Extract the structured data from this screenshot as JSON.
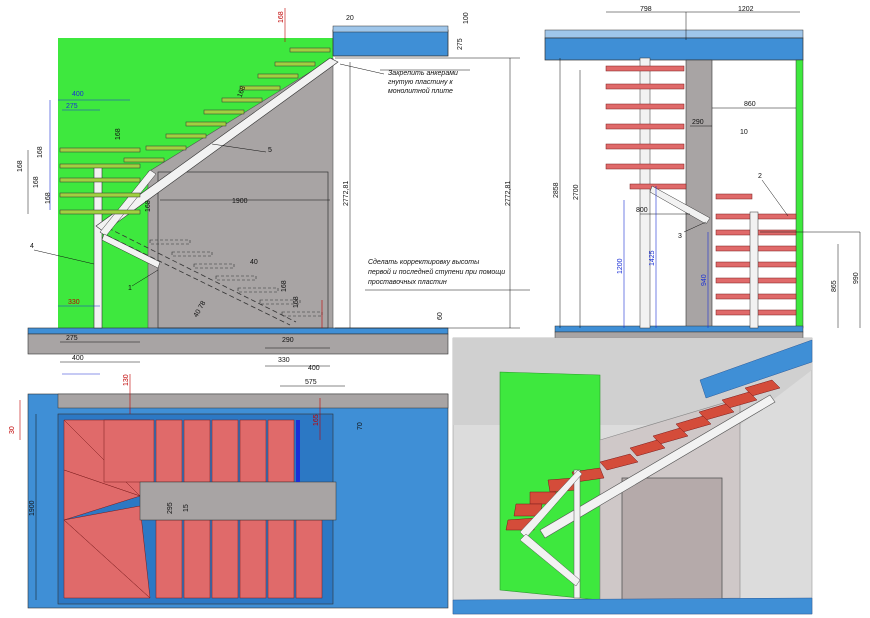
{
  "colors": {
    "wall_green": "#3ee83e",
    "slab_blue": "#3f8fd6",
    "concrete_gray": "#a8a4a4",
    "step_red": "#e06a6a",
    "step_dark_red": "#b83030",
    "stringer_white": "#f2f2f2",
    "dim_black": "#111111",
    "dim_red": "#c00000",
    "dim_blue": "#1a2fd6"
  },
  "side_view": {
    "notes": {
      "anchor_line1": "Закрепить анкерами",
      "anchor_line2": "гнутую пластину к",
      "anchor_line3": "монолитной плите",
      "adjust_line1": "Сделать корректировку высоты",
      "adjust_line2": "первой и последней ступени при помощи",
      "adjust_line3": "проставочных пластин"
    },
    "dims": {
      "d168_top": "168",
      "d20": "20",
      "d100": "100",
      "d275_r": "275",
      "d400_top": "400",
      "d275_top": "275",
      "d168_a": "168",
      "d168_b": "168",
      "d168_c": "168",
      "d168_d": "168",
      "d168_e": "168",
      "d168_f": "168",
      "d168_g": "168",
      "d1900": "1900",
      "d40": "40",
      "d168_h": "168",
      "d168_i": "168",
      "d277281_a": "2772,81",
      "d277281_b": "2772,81",
      "d330_left": "330",
      "d275_bot": "275",
      "d400_bot": "400",
      "d290": "290",
      "d330_mid": "330",
      "d400_mid": "400",
      "d575": "575",
      "d60": "60",
      "d4078": "40 78"
    },
    "callouts": {
      "c4": "4",
      "c5": "5",
      "c1": "1"
    }
  },
  "front_view": {
    "dims": {
      "d798": "798",
      "d1202": "1202",
      "d860": "860",
      "d290": "290",
      "d10": "10",
      "d2858": "2858",
      "d2700": "2700",
      "d800": "800",
      "d1200": "1200",
      "d1425": "1425",
      "d940": "940",
      "d865": "865",
      "d990": "990"
    },
    "callouts": {
      "c2": "2",
      "c3": "3"
    }
  },
  "plan_view": {
    "dims": {
      "d130": "130",
      "d30": "30",
      "d70": "70",
      "d1900": "1900",
      "d165": "165",
      "d295": "295",
      "d15": "15"
    }
  },
  "render_view": {}
}
